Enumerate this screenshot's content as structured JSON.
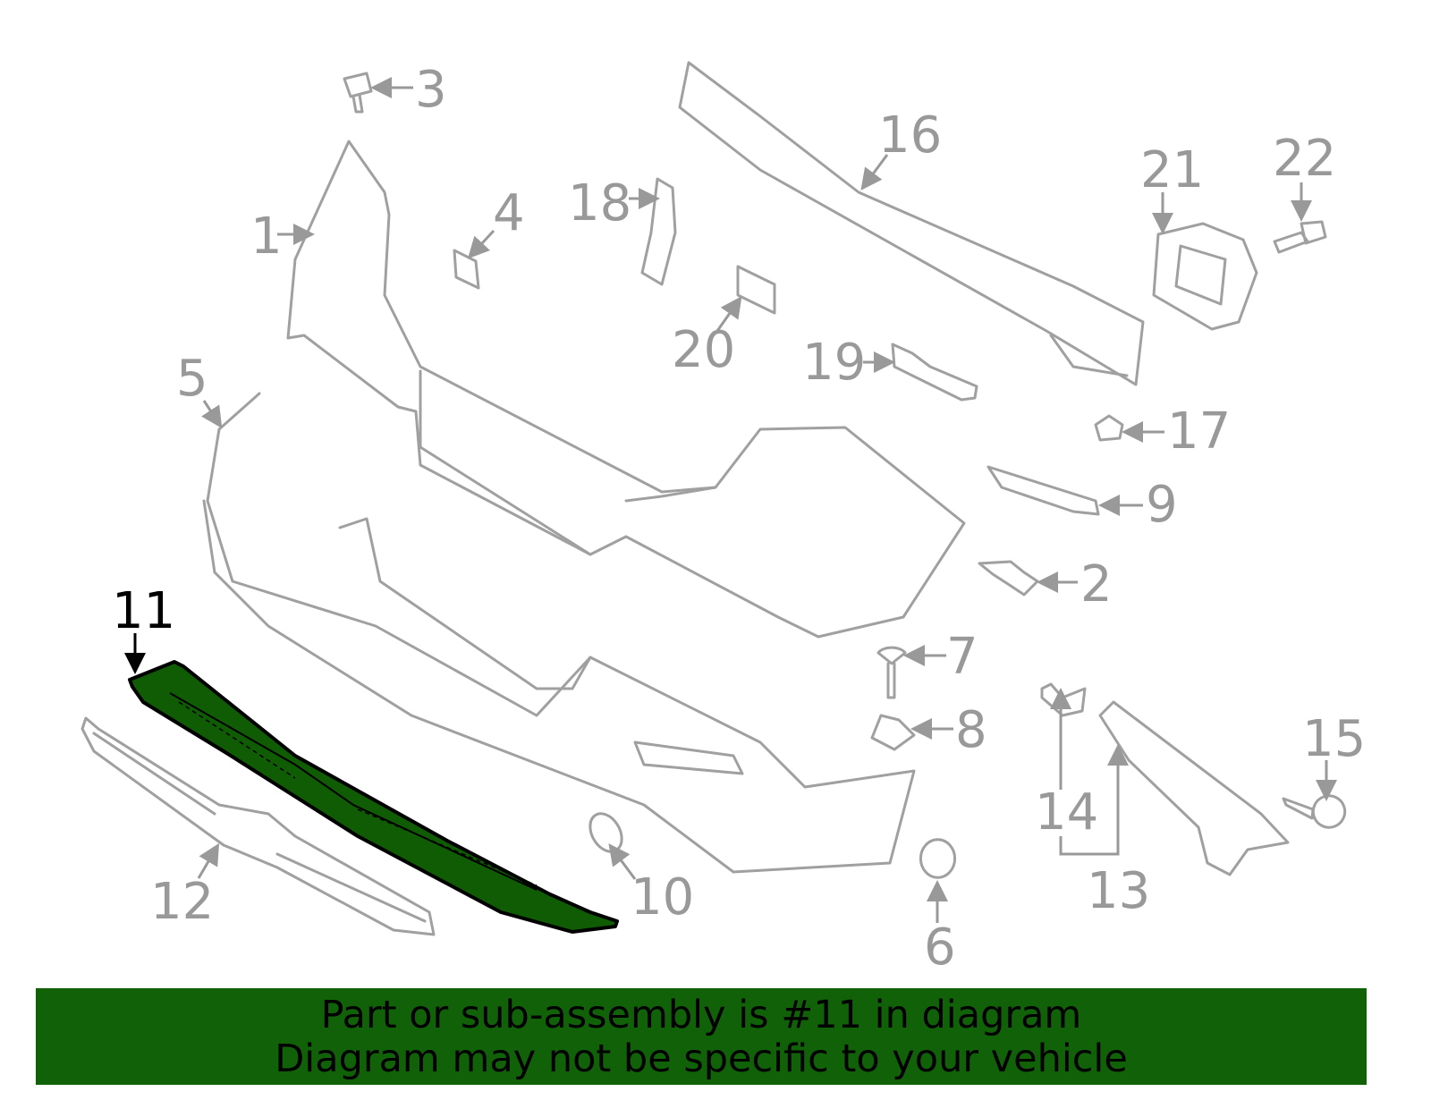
{
  "highlight_color": "#0f5c05",
  "banner_color": "#116109",
  "highlighted_part": "11",
  "labels": {
    "p1": "1",
    "p2": "2",
    "p3": "3",
    "p4": "4",
    "p5": "5",
    "p6": "6",
    "p7": "7",
    "p8": "8",
    "p9": "9",
    "p10": "10",
    "p11": "11",
    "p12": "12",
    "p13": "13",
    "p14": "14",
    "p15": "15",
    "p16": "16",
    "p17": "17",
    "p18": "18",
    "p19": "19",
    "p20": "20",
    "p21": "21",
    "p22": "22"
  },
  "banner": {
    "line1": "Part or sub-assembly is #11 in diagram",
    "line2": "Diagram may not be specific to your vehicle"
  }
}
